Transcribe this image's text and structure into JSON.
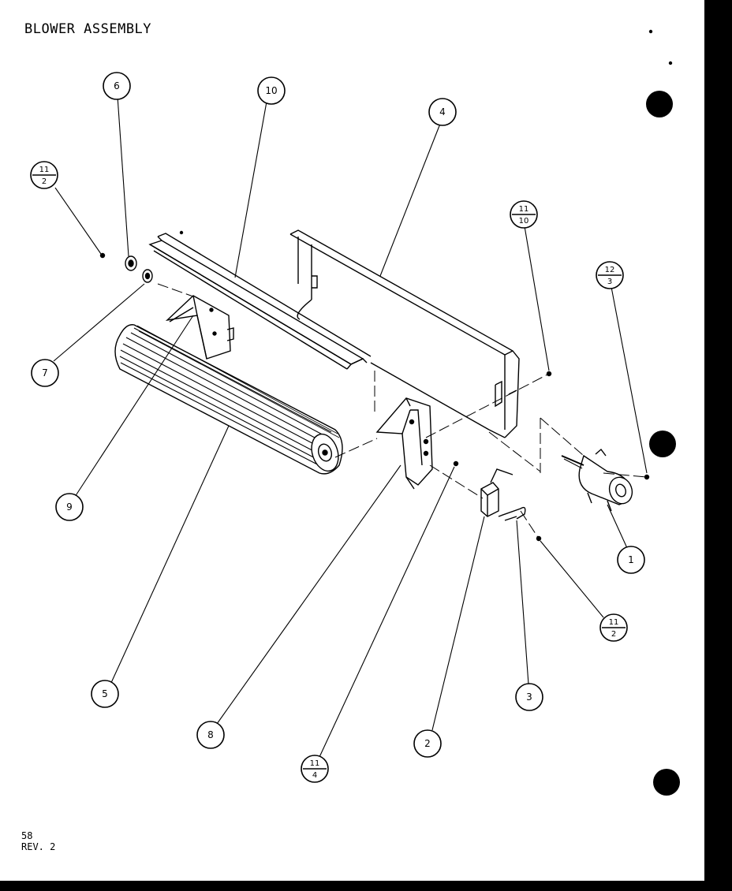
{
  "title": "BLOWER ASSEMBLY",
  "page_ref": {
    "number": "58",
    "revision": "REV. 2"
  },
  "callouts": {
    "c1": "1",
    "c2": "2",
    "c3": "3",
    "c4": "4",
    "c5": "5",
    "c6": "6",
    "c7": "7",
    "c8": "8",
    "c9": "9",
    "c10": "10",
    "f11_2_top": {
      "top": "11",
      "bottom": "2"
    },
    "f11_10": {
      "top": "11",
      "bottom": "10"
    },
    "f12_3": {
      "top": "12",
      "bottom": "3"
    },
    "f11_2_right": {
      "top": "11",
      "bottom": "2"
    },
    "f11_4": {
      "top": "11",
      "bottom": "4"
    }
  },
  "colors": {
    "ink": "#000000",
    "paper": "#ffffff"
  }
}
